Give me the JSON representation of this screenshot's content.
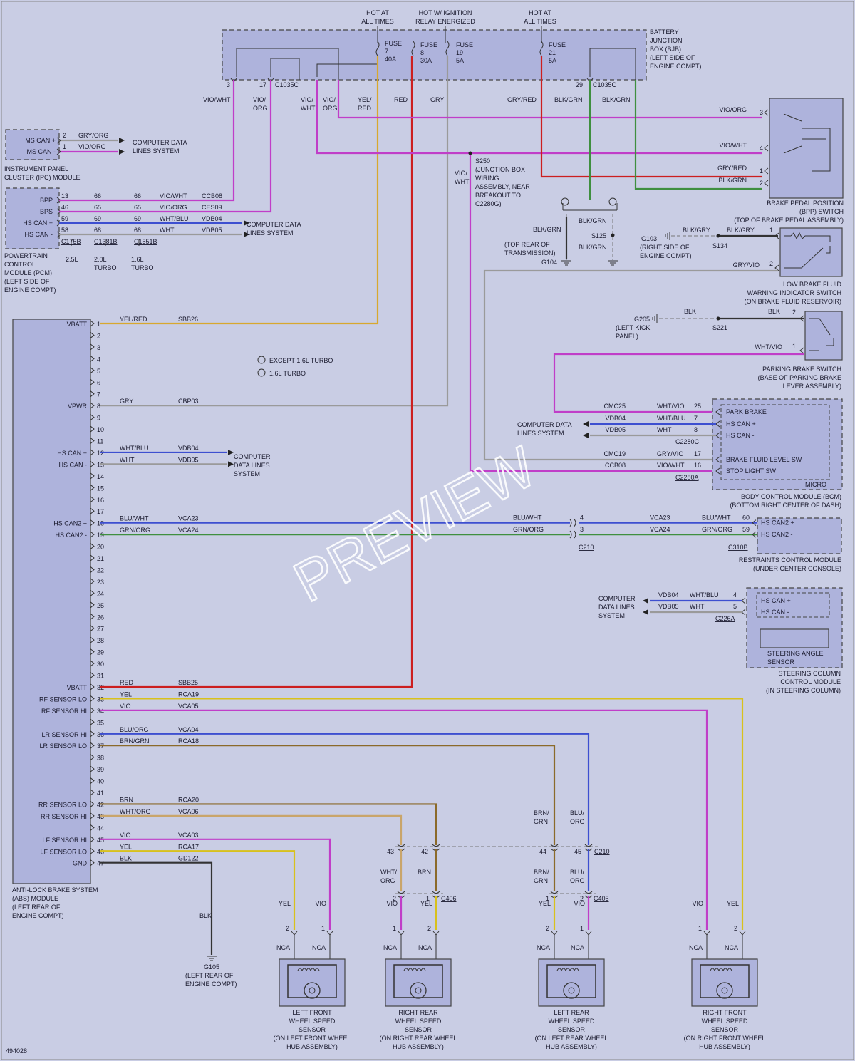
{
  "diagram_id": "494028",
  "watermark": "PREVIEW",
  "colors": {
    "yel": "#d8c11c",
    "red": "#cc1f1f",
    "gry": "#9a9a9a",
    "vio": "#c03ec8",
    "blu": "#3d4fd0",
    "grn": "#3f8f3f",
    "brn": "#8b6a2a",
    "blk": "#333333",
    "org": "#d98b1e"
  },
  "power": {
    "hot1": "HOT AT\nALL TIMES",
    "hot2": "HOT W/ IGNITION\nRELAY ENERGIZED",
    "hot3": "HOT AT\nALL TIMES",
    "bjb": "BATTERY\nJUNCTION\nBOX (BJB)\n(LEFT SIDE OF\nENGINE COMPT)",
    "fuses": [
      {
        "label": "FUSE\n7\n40A"
      },
      {
        "label": "FUSE\n8\n30A"
      },
      {
        "label": "FUSE\n19\n5A"
      },
      {
        "label": "FUSE\n21\n5A"
      }
    ],
    "pin3": "3",
    "pin17": "17",
    "pin29": "29",
    "conn1": "C1035C",
    "conn2": "C1035C"
  },
  "top_wire_labels": [
    "VIO/WHT",
    "VIO/\nORG",
    "VIO/\nWHT",
    "VIO/\nORG",
    "YEL/\nRED",
    "RED",
    "GRY",
    "GRY/RED",
    "BLK/GRN",
    "BLK/GRN"
  ],
  "ipc": {
    "title": "INSTRUMENT PANEL\nCLUSTER (IPC) MODULE",
    "pins": [
      {
        "name": "MS CAN +",
        "pin": "2",
        "wire": "GRY/ORG"
      },
      {
        "name": "MS CAN -",
        "pin": "1",
        "wire": "VIO/ORG"
      }
    ],
    "cdl": "COMPUTER DATA\nLINES SYSTEM"
  },
  "pcm": {
    "title": "POWERTRAIN\nCONTROL\nMODULE (PCM)\n(LEFT SIDE OF\nENGINE COMPT)",
    "rows": [
      {
        "name": "BPP",
        "p1": "13",
        "p2": "66",
        "p3": "66",
        "wire": "VIO/WHT",
        "circ": "CCB08"
      },
      {
        "name": "BPS",
        "p1": "46",
        "p2": "65",
        "p3": "65",
        "wire": "VIO/ORG",
        "circ": "CES09"
      },
      {
        "name": "HS CAN +",
        "p1": "59",
        "p2": "69",
        "p3": "69",
        "wire": "WHT/BLU",
        "circ": "VDB04"
      },
      {
        "name": "HS CAN -",
        "p1": "58",
        "p2": "68",
        "p3": "68",
        "wire": "WHT",
        "circ": "VDB05"
      }
    ],
    "conns": [
      {
        "c": "C175B",
        "v": "2.5L"
      },
      {
        "c": "C1381B",
        "v": "2.0L\nTURBO"
      },
      {
        "c": "C1551B",
        "v": "1.6L\nTURBO"
      }
    ],
    "cdl": "COMPUTER DATA\nLINES SYSTEM"
  },
  "notes": {
    "n1": "EXCEPT 1.6L TURBO",
    "n2": "1.6L TURBO"
  },
  "abs": {
    "title": "ANTI-LOCK BRAKE SYSTEM\n(ABS) MODULE\n(LEFT REAR OF\nENGINE COMPT)",
    "pins": [
      {
        "n": "1",
        "name": "VBATT",
        "wire": "YEL/RED",
        "circ": "SBB26"
      },
      {
        "n": "8",
        "name": "VPWR",
        "wire": "GRY",
        "circ": "CBP03"
      },
      {
        "n": "12",
        "name": "HS CAN +",
        "wire": "WHT/BLU",
        "circ": "VDB04"
      },
      {
        "n": "13",
        "name": "HS CAN -",
        "wire": "WHT",
        "circ": "VDB05"
      },
      {
        "n": "18",
        "name": "HS CAN2 +",
        "wire": "BLU/WHT",
        "circ": "VCA23"
      },
      {
        "n": "19",
        "name": "HS CAN2 -",
        "wire": "GRN/ORG",
        "circ": "VCA24"
      },
      {
        "n": "32",
        "name": "VBATT",
        "wire": "RED",
        "circ": "SBB25"
      },
      {
        "n": "33",
        "name": "RF SENSOR LO",
        "wire": "YEL",
        "circ": "RCA19"
      },
      {
        "n": "34",
        "name": "RF SENSOR HI",
        "wire": "VIO",
        "circ": "VCA05"
      },
      {
        "n": "36",
        "name": "LR SENSOR HI",
        "wire": "BLU/ORG",
        "circ": "VCA04"
      },
      {
        "n": "37",
        "name": "LR SENSOR LO",
        "wire": "BRN/GRN",
        "circ": "RCA18"
      },
      {
        "n": "42",
        "name": "RR SENSOR LO",
        "wire": "BRN",
        "circ": "RCA20"
      },
      {
        "n": "43",
        "name": "RR SENSOR HI",
        "wire": "WHT/ORG",
        "circ": "VCA06"
      },
      {
        "n": "45",
        "name": "LF SENSOR HI",
        "wire": "VIO",
        "circ": "VCA03"
      },
      {
        "n": "46",
        "name": "LF SENSOR LO",
        "wire": "YEL",
        "circ": "RCA17"
      },
      {
        "n": "47",
        "name": "GND",
        "wire": "BLK",
        "circ": "GD122"
      }
    ],
    "cdl": "COMPUTER\nDATA LINES\nSYSTEM"
  },
  "s250": "S250\n(JUNCTION BOX\nWIRING\nASSEMBLY, NEAR\nBREAKOUT TO\nC2280G)",
  "s250_wire": "VIO/\nWHT",
  "bpp": {
    "title": "BRAKE PEDAL POSITION\n(BPP) SWITCH\n(TOP OF BRAKE PEDAL ASSEMBLY)",
    "pins": [
      {
        "p": "3",
        "wire": "VIO/ORG"
      },
      {
        "p": "4",
        "wire": "VIO/WHT"
      },
      {
        "p": "1",
        "wire": "GRY/RED"
      },
      {
        "p": "2",
        "wire": "BLK/GRN"
      }
    ]
  },
  "ground_area": {
    "blkgrn1": "BLK/GRN",
    "blkgrn2": "BLK/GRN",
    "blkgrn3": "BLK/GRN",
    "s125": "S125",
    "g104": "G104",
    "g104loc": "(TOP REAR OF\nTRANSMISSION)",
    "g103": "G103",
    "g103loc": "(RIGHT SIDE OF\nENGINE COMPT)",
    "blkgry1": "BLK/GRY",
    "blkgry2": "BLK/GRY",
    "s134": "S134",
    "g205": "G205",
    "g205loc": "(LEFT KICK\nPANEL)",
    "blk1": "BLK",
    "blk2": "BLK",
    "s221": "S221"
  },
  "lbf": {
    "title": "LOW BRAKE FLUID\nWARNING INDICATOR SWITCH\n(ON BRAKE FLUID RESERVOIR)",
    "p1": "1",
    "p2": "2",
    "wire2": "GRY/VIO"
  },
  "pbs": {
    "title": "PARKING BRAKE SWITCH\n(BASE OF PARKING BRAKE\nLEVER ASSEMBLY)",
    "p2": "2",
    "p1": "1",
    "wire1": "WHT/VIO"
  },
  "bcm": {
    "title": "BODY CONTROL MODULE (BCM)\n(BOTTOM RIGHT CENTER OF DASH)",
    "micro": "MICRO",
    "rows": [
      {
        "name": "PARK BRAKE",
        "circ": "CMC25",
        "wire": "WHT/VIO",
        "pin": "25"
      },
      {
        "name": "HS CAN +",
        "circ": "VDB04",
        "wire": "WHT/BLU",
        "pin": "7"
      },
      {
        "name": "HS CAN -",
        "circ": "VDB05",
        "wire": "WHT",
        "pin": "8"
      },
      {
        "name": "BRAKE FLUID LEVEL SW",
        "circ": "CMC19",
        "wire": "GRY/VIO",
        "pin": "17"
      },
      {
        "name": "STOP LIGHT SW",
        "circ": "CCB08",
        "wire": "VIO/WHT",
        "pin": "16"
      }
    ],
    "c1": "C2280C",
    "c2": "C2280A",
    "cdl": "COMPUTER DATA\nLINES SYSTEM"
  },
  "rcm": {
    "title": "RESTRAINTS CONTROL MODULE\n(UNDER CENTER CONSOLE)",
    "rows": [
      {
        "name": "HS CAN2 +",
        "wire": "BLU/WHT",
        "circ": "VCA23",
        "pin": "60",
        "mid": "4",
        "midwire": "BLU/WHT"
      },
      {
        "name": "HS CAN2 -",
        "wire": "GRN/ORG",
        "circ": "VCA24",
        "pin": "59",
        "mid": "3",
        "midwire": "GRN/ORG"
      }
    ],
    "c210": "C210",
    "c310b": "C310B"
  },
  "sccm": {
    "title": "STEERING COLUMN\nCONTROL MODULE\n(IN STEERING COLUMN)",
    "sas": "STEERING ANGLE\nSENSOR",
    "rows": [
      {
        "name": "HS CAN +",
        "circ": "VDB04",
        "wire": "WHT/BLU",
        "pin": "4"
      },
      {
        "name": "HS CAN -",
        "circ": "VDB05",
        "wire": "WHT",
        "pin": "5"
      }
    ],
    "conn": "C226A",
    "cdl": "COMPUTER\nDATA LINES\nSYSTEM"
  },
  "inline": {
    "c210": "C210",
    "c406": "C406",
    "c405": "C405",
    "pins_c210": [
      "43",
      "42",
      "44",
      "45"
    ],
    "rr_mid": [
      "WHT/\nORG",
      "BRN"
    ],
    "lr_top": [
      "BRN/\nGRN",
      "BLU/\nORG"
    ],
    "lr_mid": [
      "BRN/\nGRN",
      "BLU/\nORG"
    ],
    "pins_c406": [
      "2",
      "1"
    ],
    "pins_c405": [
      "1",
      "2"
    ]
  },
  "ground_abs": {
    "wire": "BLK",
    "g": "G105",
    "loc": "(LEFT REAR OF\nENGINE COMPT)"
  },
  "sensors": [
    {
      "title": "LEFT FRONT\nWHEEL SPEED\nSENSOR\n(ON LEFT FRONT WHEEL\nHUB ASSEMBLY)",
      "w1": "YEL",
      "w2": "VIO",
      "p1": "2",
      "p2": "1",
      "nca": "NCA"
    },
    {
      "title": "RIGHT REAR\nWHEEL SPEED\nSENSOR\n(ON RIGHT REAR WHEEL\nHUB ASSEMBLY)",
      "w1": "VIO",
      "w2": "YEL",
      "p1": "1",
      "p2": "2",
      "nca": "NCA"
    },
    {
      "title": "LEFT REAR\nWHEEL SPEED\nSENSOR\n(ON LEFT REAR WHEEL\nHUB ASSEMBLY)",
      "w1": "YEL",
      "w2": "VIO",
      "p1": "2",
      "p2": "1",
      "nca": "NCA"
    },
    {
      "title": "RIGHT FRONT\nWHEEL SPEED\nSENSOR\n(ON RIGHT FRONT WHEEL\nHUB ASSEMBLY)",
      "w1": "VIO",
      "w2": "YEL",
      "p1": "1",
      "p2": "2",
      "nca": "NCA"
    }
  ]
}
